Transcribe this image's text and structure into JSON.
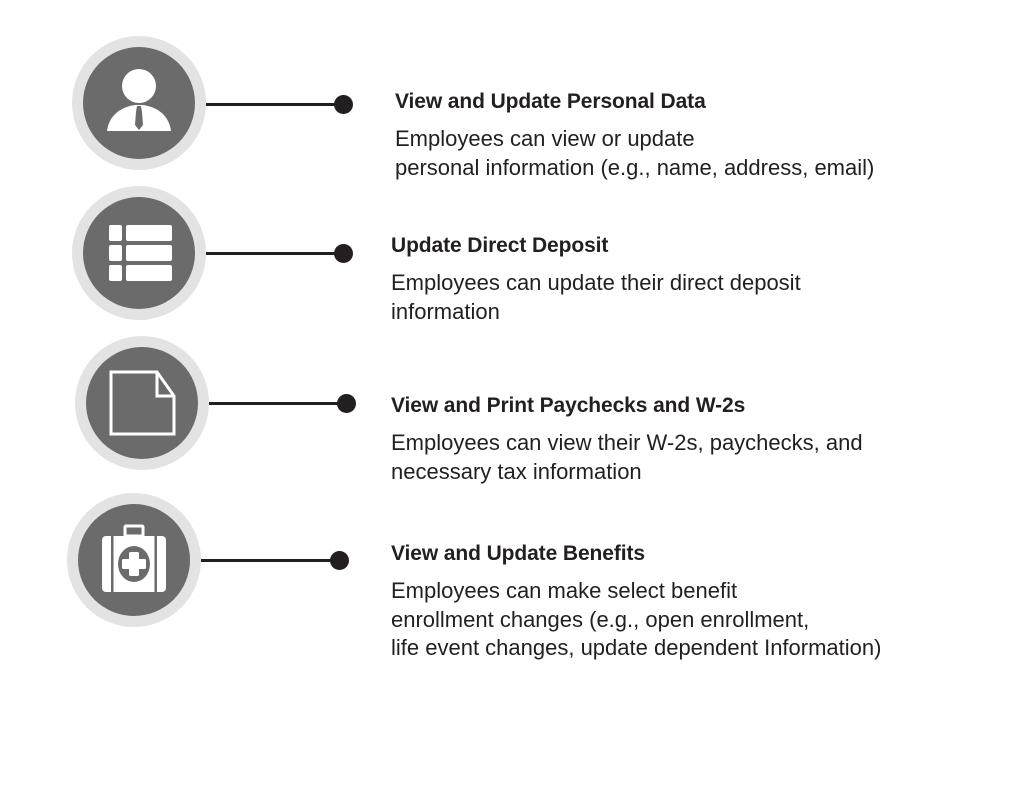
{
  "colors": {
    "ring": "#e3e3e3",
    "disc": "#6b6b6b",
    "icon": "#ffffff",
    "connector": "#231f20",
    "text": "#231f20"
  },
  "items": [
    {
      "icon": "person-with-tie-icon",
      "title": "View and Update Personal Data",
      "description_lines": [
        "Employees can view or update",
        "personal information (e.g., name, address, email)"
      ]
    },
    {
      "icon": "list-icon",
      "title": "Update Direct Deposit",
      "description_lines": [
        "Employees can update their direct deposit",
        "information"
      ]
    },
    {
      "icon": "document-icon",
      "title": "View and Print Paychecks and W-2s",
      "description_lines": [
        "Employees can view their W-2s, paychecks, and",
        "necessary tax information"
      ]
    },
    {
      "icon": "medical-kit-icon",
      "title": "View and Update Benefits",
      "description_lines": [
        "Employees can make select benefit",
        "enrollment changes (e.g., open enrollment,",
        "life event changes, update dependent Information)"
      ]
    }
  ]
}
